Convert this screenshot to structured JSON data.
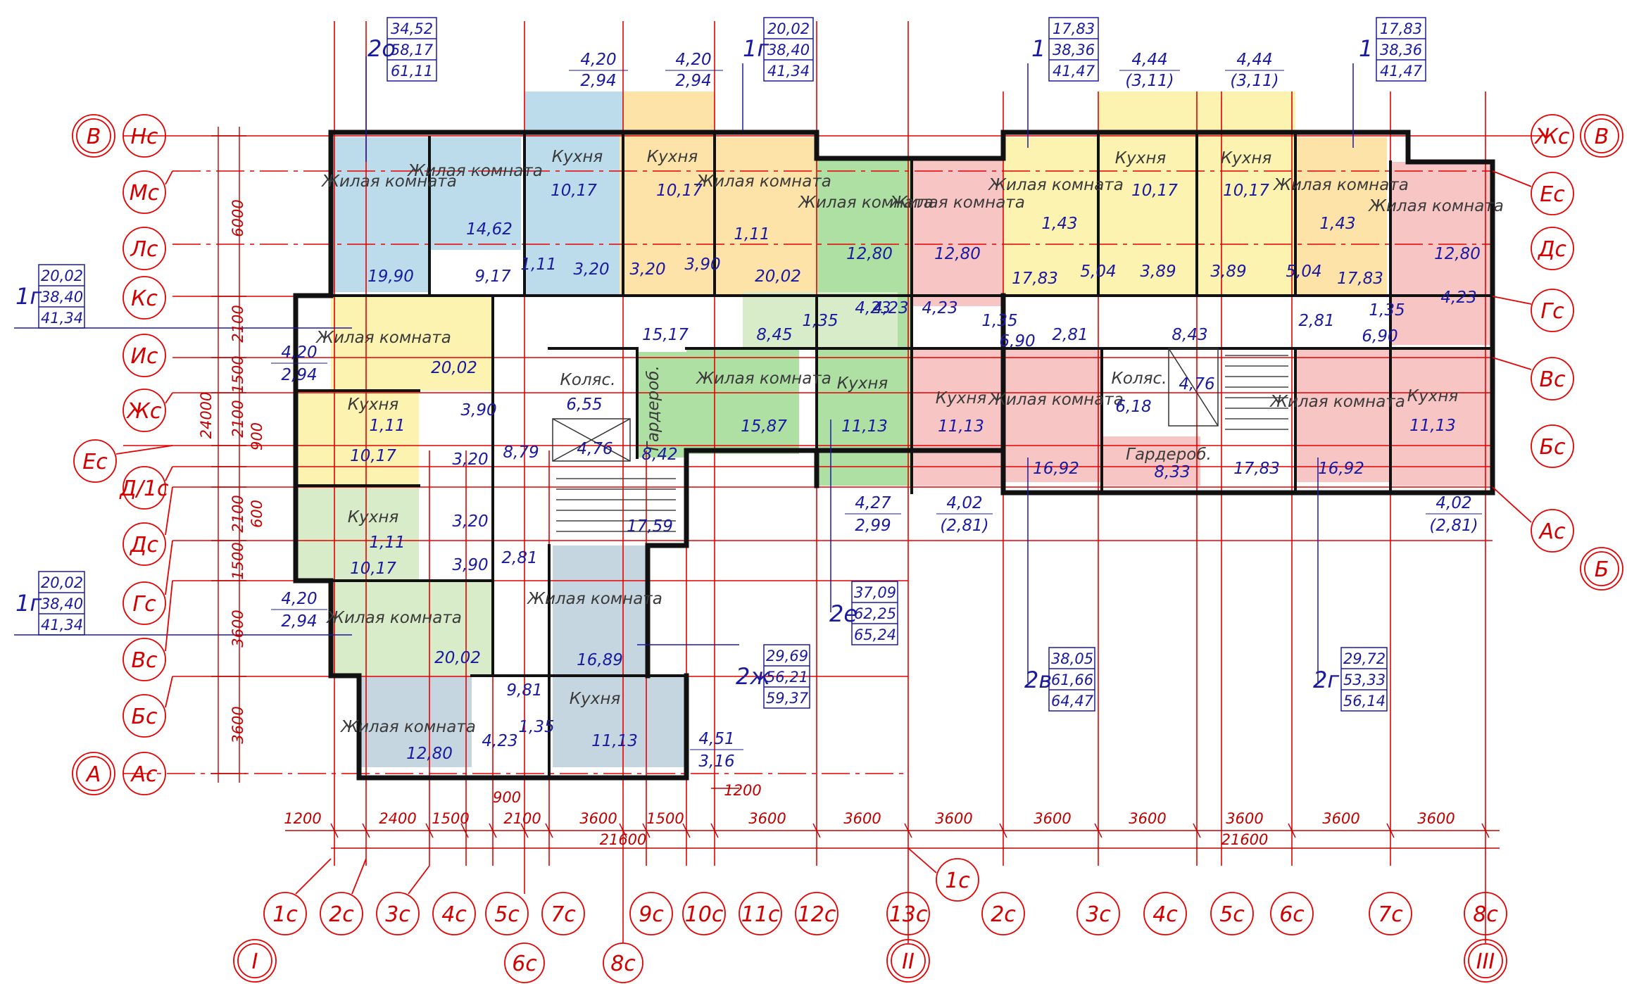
{
  "colors": {
    "axis": "#e60000",
    "wall": "#111111",
    "blue_text": "#1a1aa0",
    "room_blue": "#bcdcec",
    "room_yellow": "#fdf3b0",
    "room_orange": "#fde3a8",
    "room_green": "#aee0a4",
    "room_lightgreen": "#d8ecc9",
    "room_pink": "#f8c5c5",
    "room_grey": "#c6d6e0"
  },
  "axes_left_outer": [
    "В",
    "А"
  ],
  "axes_left": [
    "Нс",
    "Мс",
    "Лс",
    "Кс",
    "Ис",
    "Жс",
    "Ес",
    "Д/1с",
    "Дс",
    "Гс",
    "Вс",
    "Бс",
    "Ас"
  ],
  "axes_right_outer": [
    "В",
    "Б"
  ],
  "axes_right": [
    "Жс",
    "Ес",
    "Дс",
    "Гс",
    "Вс",
    "Бс",
    "Ас"
  ],
  "axes_bottom": [
    "1с",
    "2с",
    "3с",
    "4с",
    "5с",
    "6с",
    "7с",
    "8с",
    "9с",
    "10с",
    "11с",
    "12с",
    "13с",
    "1с",
    "2с",
    "3с",
    "4с",
    "5с",
    "6с",
    "7с",
    "8с"
  ],
  "axes_bottom_roman": [
    "I",
    "II",
    "III"
  ],
  "vertical_dims": [
    "6000",
    "2100",
    "1500",
    "2100",
    "900",
    "24000",
    "2100",
    "600",
    "1500",
    "3600",
    "3600"
  ],
  "horizontal_dims_left": [
    "1200",
    "2400",
    "1500",
    "900",
    "2100",
    "3600",
    "1500",
    "1200",
    "3600",
    "3600"
  ],
  "horizontal_dims_right": [
    "3600",
    "3600",
    "3600",
    "3600",
    "3600",
    "3600"
  ],
  "total_dims": [
    "21600",
    "21600"
  ],
  "room_labels": {
    "living": "Жилая комната",
    "kitchen": "Кухня",
    "stroller": "Коляс.",
    "wardrobe": "Гардероб."
  },
  "areas": [
    "19,90",
    "14,62",
    "9,17",
    "1,11",
    "3,20",
    "3,20",
    "3,90",
    "10,17",
    "10,17",
    "1,11",
    "20,02",
    "12,80",
    "12,80",
    "1,43",
    "17,83",
    "5,04",
    "10,17",
    "3,89",
    "3,89",
    "10,17",
    "5,04",
    "1,43",
    "17,83",
    "12,80",
    "4,23",
    "1,35",
    "8,45",
    "4,23",
    "4,23",
    "1,35",
    "6,90",
    "2,81",
    "8,43",
    "2,81",
    "1,35",
    "6,90",
    "4,23",
    "15,17",
    "20,02",
    "3,90",
    "1,11",
    "10,17",
    "3,20",
    "8,79",
    "6,55",
    "4,76",
    "8,42",
    "15,87",
    "11,13",
    "11,13",
    "16,92",
    "6,18",
    "4,76",
    "8,33",
    "17,83",
    "16,92",
    "11,13",
    "3,20",
    "1,11",
    "10,17",
    "3,90",
    "2,81",
    "17,59",
    "20,02",
    "9,81",
    "16,89",
    "12,80",
    "4,23",
    "1,35",
    "11,13"
  ],
  "balconies": [
    "4,20",
    "2,94",
    "4,20",
    "2,94",
    "4,44",
    "(3,11)",
    "4,44",
    "(3,11)",
    "4,20",
    "2,94",
    "4,20",
    "2,94",
    "4,27",
    "2,99",
    "4,02",
    "(2,81)",
    "4,02",
    "(2,81)",
    "4,51",
    "3,16"
  ],
  "tags": [
    {
      "type": "2о",
      "values": [
        "34,52",
        "58,17",
        "61,11"
      ]
    },
    {
      "type": "1г",
      "values": [
        "20,02",
        "38,40",
        "41,34"
      ]
    },
    {
      "type": "1",
      "values": [
        "17,83",
        "38,36",
        "41,47"
      ]
    },
    {
      "type": "1",
      "values": [
        "17,83",
        "38,36",
        "41,47"
      ]
    },
    {
      "type": "1г",
      "values": [
        "20,02",
        "38,40",
        "41,34"
      ]
    },
    {
      "type": "1г",
      "values": [
        "20,02",
        "38,40",
        "41,34"
      ]
    },
    {
      "type": "2е",
      "values": [
        "37,09",
        "62,25",
        "65,24"
      ]
    },
    {
      "type": "2ж",
      "values": [
        "29,69",
        "56,21",
        "59,37"
      ]
    },
    {
      "type": "2в",
      "values": [
        "38,05",
        "61,66",
        "64,47"
      ]
    },
    {
      "type": "2г",
      "values": [
        "29,72",
        "53,33",
        "56,14"
      ]
    }
  ]
}
